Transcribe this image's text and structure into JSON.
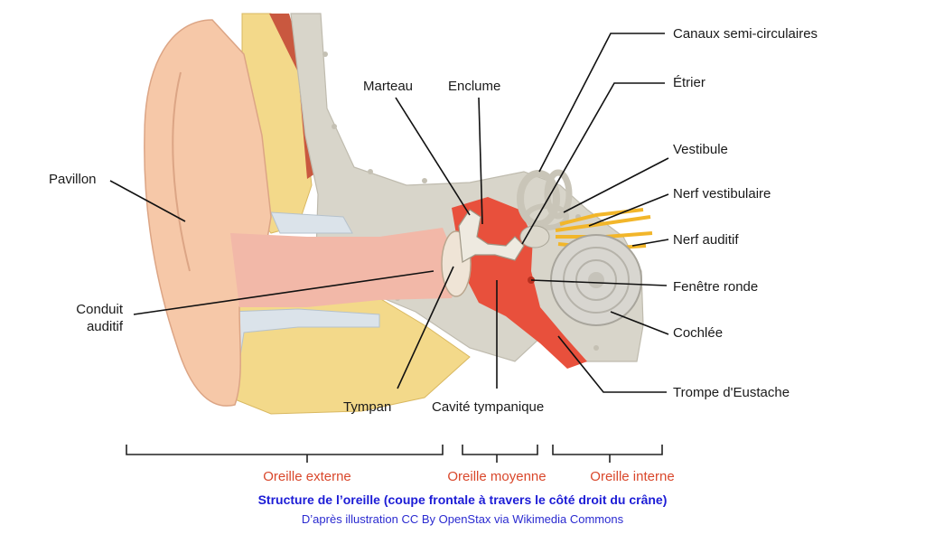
{
  "labels": {
    "canaux": "Canaux semi-circulaires",
    "etrier": "Étrier",
    "vestibule": "Vestibule",
    "nerf_vestibulaire": "Nerf vestibulaire",
    "nerf_auditif": "Nerf auditif",
    "fenetre_ronde": "Fenêtre ronde",
    "cochlee": "Cochlée",
    "trompe": "Trompe d'Eustache",
    "marteau": "Marteau",
    "enclume": "Enclume",
    "pavillon": "Pavillon",
    "conduit_1": "Conduit",
    "conduit_2": "auditif",
    "tympan": "Tympan",
    "cavite": "Cavité tympanique"
  },
  "regions": {
    "externe": "Oreille externe",
    "moyenne": "Oreille moyenne",
    "interne": "Oreille interne"
  },
  "caption": {
    "title": "Structure de l’oreille (coupe frontale à travers le côté droit du crâne)",
    "credit": "D’après illustration CC By OpenStax via Wikimedia Commons"
  },
  "colors": {
    "skin": "#f6c8a8",
    "canal": "#f2b8a8",
    "fat": "#f3d98a",
    "bone": "#d8d5ca",
    "middle_ear": "#e8503c",
    "nerve": "#f2b62a",
    "region_label": "#d9472b",
    "caption_title": "#1c1cd6",
    "caption_credit": "#2a2ad0"
  }
}
